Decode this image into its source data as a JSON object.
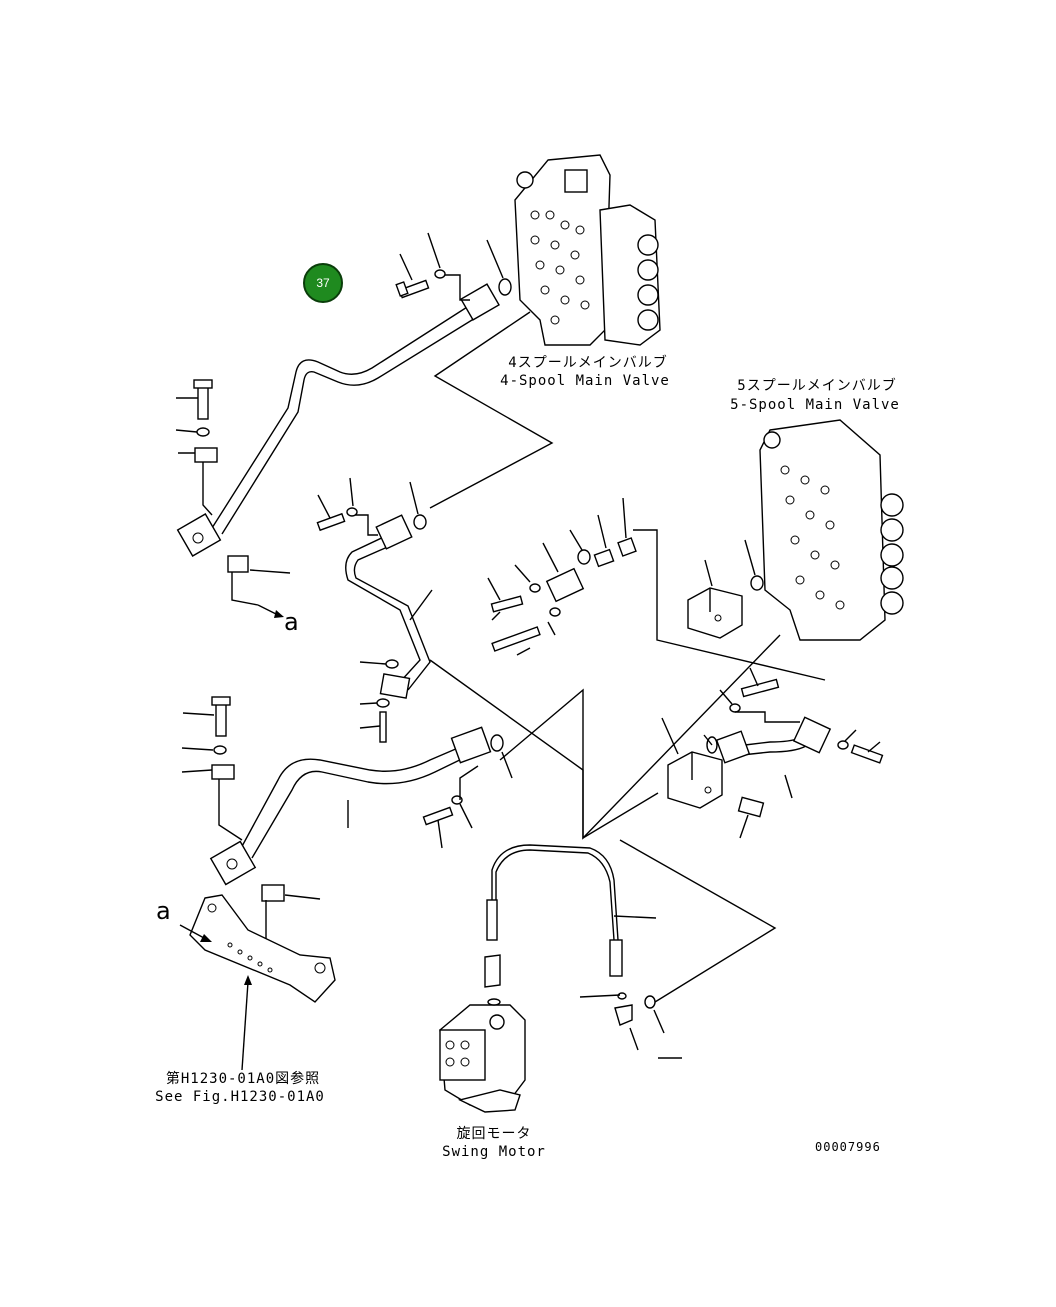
{
  "callout": {
    "number": "37"
  },
  "labels": {
    "valve4_jp": "4スプールメインバルブ",
    "valve4_en": "4-Spool Main Valve",
    "valve5_jp": "5スプールメインバルブ",
    "valve5_en": "5-Spool Main Valve",
    "ref_jp": "第H1230-01A0図参照",
    "ref_en": "See Fig.H1230-01A0",
    "motor_jp": "旋回モータ",
    "motor_en": "Swing Motor",
    "drawing_no": "00007996",
    "arrow_a1": "a",
    "arrow_a2": "a"
  }
}
